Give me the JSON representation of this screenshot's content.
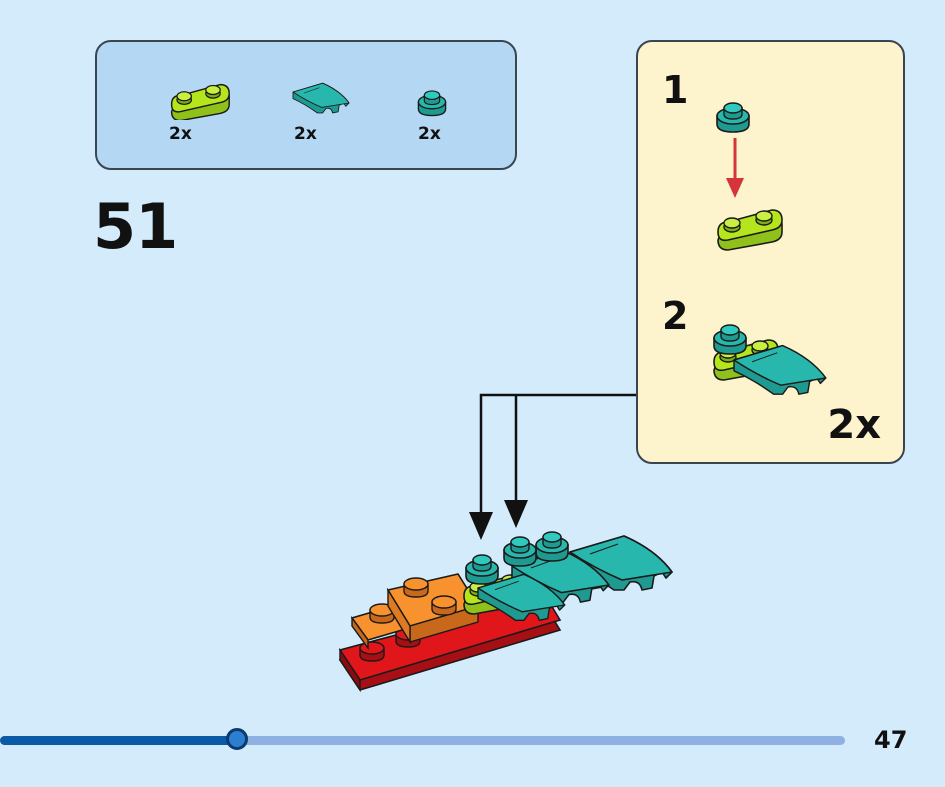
{
  "parts_list": {
    "items": [
      {
        "icon": "lime-1x2-rounded-plate-icon",
        "quantity": "2x"
      },
      {
        "icon": "teal-wing-slope-icon",
        "quantity": "2x"
      },
      {
        "icon": "teal-round-plate-icon",
        "quantity": "2x"
      }
    ]
  },
  "step": {
    "number": "51"
  },
  "subassembly": {
    "steps": [
      {
        "number": "1"
      },
      {
        "number": "2"
      }
    ],
    "multiplier": "2x"
  },
  "progress": {
    "fraction": 0.28
  },
  "page": {
    "number": "47"
  },
  "colors": {
    "background": "#d3ebfb",
    "parts_panel": "#b4d8f4",
    "subassembly_panel": "#fdf3cc",
    "lime": "#b5e61d",
    "teal": "#27b7ad",
    "red": "#e0161b",
    "orange": "#f7922e",
    "arrow_red": "#d5343a",
    "progress_fill": "#0b5aa6",
    "progress_track": "#8fb0e2"
  }
}
